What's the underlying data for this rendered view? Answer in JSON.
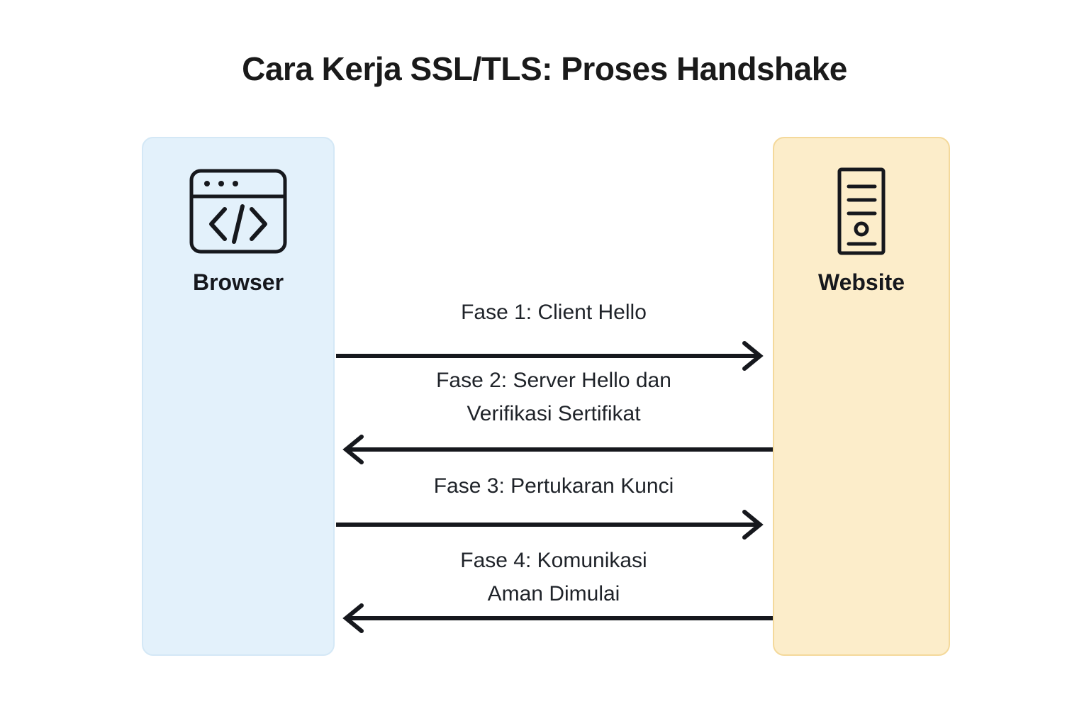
{
  "title": "Cara Kerja SSL/TLS: Proses Handshake",
  "colors": {
    "background": "#ffffff",
    "title_text": "#1a1a1a",
    "browser_fill": "#e3f1fb",
    "browser_border": "#d4e8f6",
    "website_fill": "#fcedca",
    "website_border": "#f4d99b",
    "arrow": "#16181d",
    "label_text": "#1f2329"
  },
  "participants": [
    {
      "id": "browser",
      "label": "Browser",
      "icon": "browser-window-code-icon"
    },
    {
      "id": "website",
      "label": "Website",
      "icon": "server-rack-icon"
    }
  ],
  "messages": [
    {
      "index": 1,
      "label": "Fase 1: Client Hello",
      "direction": "right",
      "from": "Browser",
      "to": "Website"
    },
    {
      "index": 2,
      "label": "Fase 2: Server Hello dan\nVerifikasi Sertifikat",
      "direction": "left",
      "from": "Website",
      "to": "Browser"
    },
    {
      "index": 3,
      "label": "Fase 3: Pertukaran Kunci",
      "direction": "right",
      "from": "Browser",
      "to": "Website"
    },
    {
      "index": 4,
      "label": "Fase 4: Komunikasi\nAman Dimulai",
      "direction": "left",
      "from": "Website",
      "to": "Browser"
    }
  ]
}
